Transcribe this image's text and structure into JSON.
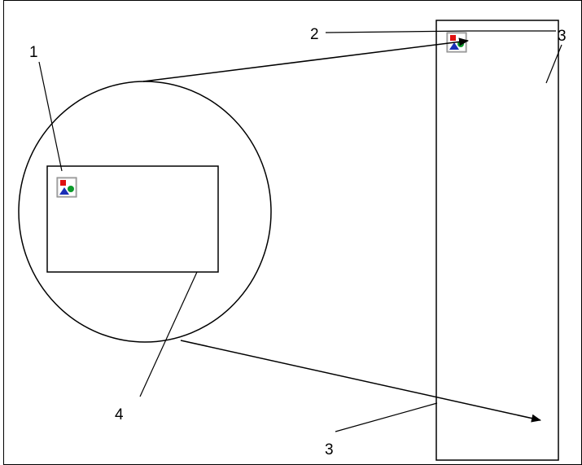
{
  "diagram": {
    "callouts": [
      {
        "id": "c1",
        "text": "1"
      },
      {
        "id": "c2",
        "text": "2"
      },
      {
        "id": "c3a",
        "text": "3"
      },
      {
        "id": "c3b",
        "text": "3"
      },
      {
        "id": "c4",
        "text": "4"
      }
    ],
    "icon_name": "image-placeholder-icon",
    "colors": {
      "stroke": "#000000",
      "icon_red": "#e01010",
      "icon_green": "#0a9a2a",
      "icon_blue": "#1a2fb5"
    }
  }
}
